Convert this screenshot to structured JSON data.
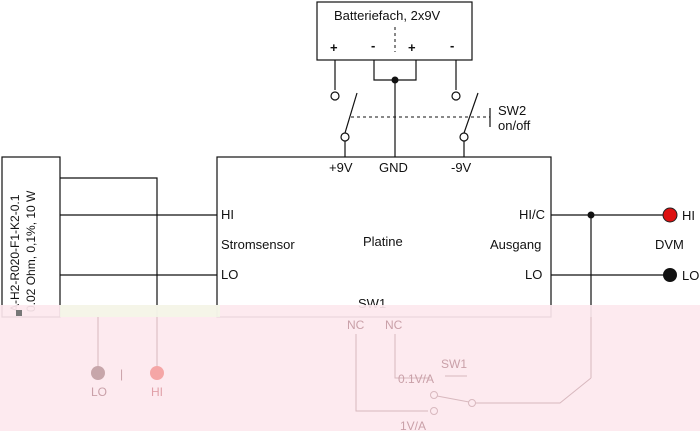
{
  "battery": {
    "title": "Batteriefach, 2x9V",
    "plus1": "+",
    "minus1": "-",
    "plus2": "+",
    "minus2": "-"
  },
  "switch2": {
    "name": "SW2",
    "label": "on/off"
  },
  "rails": {
    "pos": "+9V",
    "gnd": "GND",
    "neg": "-9V"
  },
  "shunt": {
    "line1": "A-H2-R020-F1-K2-0.1",
    "line2": "0.02 Ohm, 0,1%, 10 W"
  },
  "board": {
    "hi_in": "HI",
    "sensor": "Stromsensor",
    "lo_in": "LO",
    "name": "Platine",
    "hi_out": "HI/C",
    "output": "Ausgang",
    "lo_out": "LO",
    "sw1": "SW1",
    "nc1": "NC",
    "nc2": "NC"
  },
  "dvm": {
    "name": "DVM",
    "hi": "HI",
    "lo": "LO"
  },
  "ghost": {
    "lo": "LO",
    "hi": "HI",
    "sw1": "SW1",
    "range1": "0.1V/A",
    "range2": "1V/A"
  },
  "colors": {
    "line": "#111111",
    "dvm_hi": "#dd1111",
    "dvm_lo": "#111111",
    "overlay": "#fde8ee"
  }
}
